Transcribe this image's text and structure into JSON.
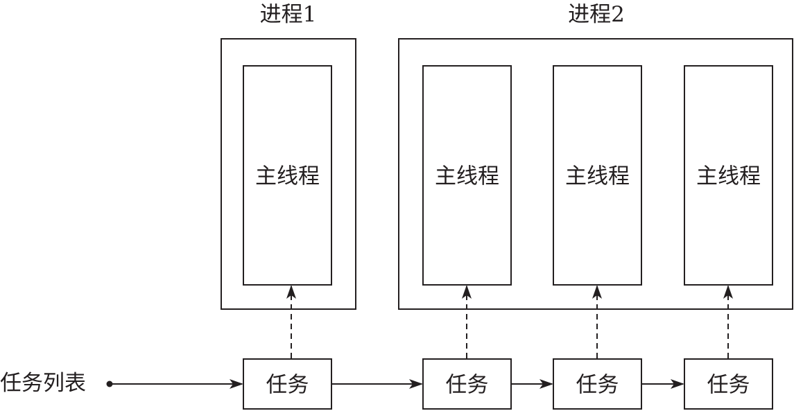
{
  "diagram": {
    "processes": [
      {
        "id": "p1",
        "label": "进程1",
        "threads": [
          {
            "label": "主线程"
          }
        ]
      },
      {
        "id": "p2",
        "label": "进程2",
        "threads": [
          {
            "label": "主线程"
          },
          {
            "label": "主线程"
          },
          {
            "label": "主线程"
          }
        ]
      }
    ],
    "task_list_label": "任务列表",
    "tasks": [
      {
        "label": "任务",
        "assigned_to": "p1-thread-1"
      },
      {
        "label": "任务",
        "assigned_to": "p2-thread-1"
      },
      {
        "label": "任务",
        "assigned_to": "p2-thread-2"
      },
      {
        "label": "任务",
        "assigned_to": "p2-thread-3"
      }
    ],
    "colors": {
      "stroke": "#231f20",
      "background": "#ffffff"
    }
  }
}
